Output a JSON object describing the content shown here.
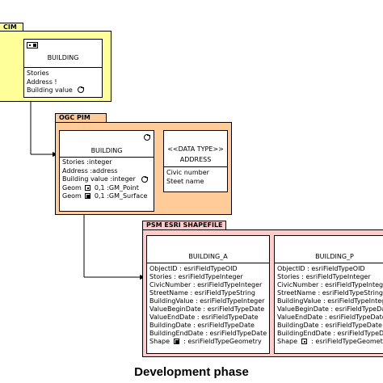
{
  "colors": {
    "cim_bg": "#ffff99",
    "pim_bg": "#ffcc99",
    "psm_bg": "#ffcccc",
    "line": "#000000"
  },
  "cim": {
    "tab_label": "CIM",
    "class_name": "BUILDING",
    "attributes": [
      "Stories",
      "Address !",
      "Building value"
    ]
  },
  "pim": {
    "tab_label": "OGC PIM",
    "building": {
      "name": "BUILDING",
      "attributes": [
        "Stories :integer",
        "Address :address",
        "Building value  :integer",
        "Geom",
        "Geom"
      ],
      "geom_point": "0,1 :GM_Point",
      "geom_surface": "0,1 :GM_Surface"
    },
    "address": {
      "stereotype": "<<DATA TYPE>>",
      "name": "ADDRESS",
      "attributes": [
        "Civic number",
        "Steet name"
      ]
    }
  },
  "psm": {
    "tab_label": "PSM ESRI SHAPEFILE",
    "building_a": {
      "name": "BUILDING_A",
      "attributes": [
        "ObjectID  : esriFieldTypeOID",
        "Stories   : esriFieldTypeInteger",
        "CivicNumber  : esriFieldTypeInteger",
        "StreetName  : esriFieldTypeString",
        "BuildingValue  : esriFieldTypeInteger",
        "ValueBeginDate  : esriFieldTypeDate",
        "ValueEndDate  : esriFieldTypeDate",
        "BuildingDate  : esriFieldTypeDate",
        "BuildingEndDate  : esriFieldTypeDate",
        "Shape",
        ": esriFieldTypeGeometry"
      ]
    },
    "building_p": {
      "name": "BUILDING_P",
      "attributes": [
        "ObjectID  : esriFieldTypeOID",
        "Stories   : esriFieldTypeInteger",
        "CivicNumber  : esriFieldTypeInteger",
        "StreetName  : esriFieldTypeString",
        "BuildingValue  : esriFieldTypeInteger",
        "ValueBeginDate  : esriFieldTypeDate",
        "ValueEndDate  : esriFieldTypeDate",
        "BuildingDate  : esriFieldTypeDate",
        "BuildingEndDate  : esriFieldTypeDate",
        "Shape",
        ": esriFieldTypeGeometry"
      ]
    }
  },
  "footer": {
    "caption": "Development phase"
  }
}
